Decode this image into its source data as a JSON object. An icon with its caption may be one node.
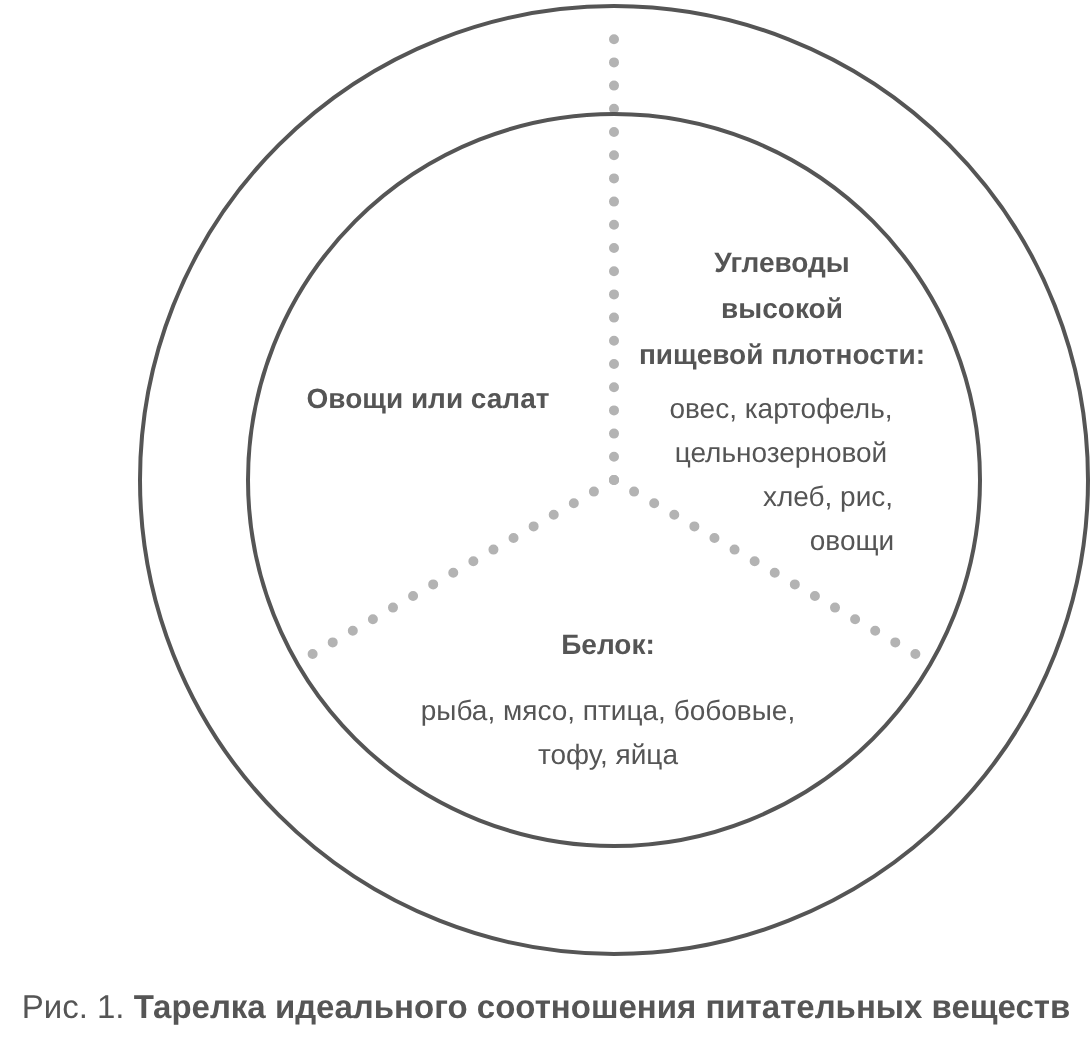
{
  "diagram": {
    "caption": "Рис. 1. **Тарелка идеального соотношения питательных веществ**",
    "nodes": [
      {
        "text": [],
        "shape": "circle"
      },
      {
        "text": [],
        "shape": "circle",
        "in": 0
      },
      {
        "text": [
          "Овощи или салат"
        ],
        "in": 1
      },
      {
        "text": [
          "Углеводы высокой пищевой плотности:",
          "овес, картофель, цельнозерновой хлеб, рис, овощи"
        ],
        "in": 1
      },
      {
        "text": [
          "Белок:",
          "рыба, мясо, птица, бобовые, тофу, яйца"
        ],
        "in": 1
      }
    ]
  }
}
